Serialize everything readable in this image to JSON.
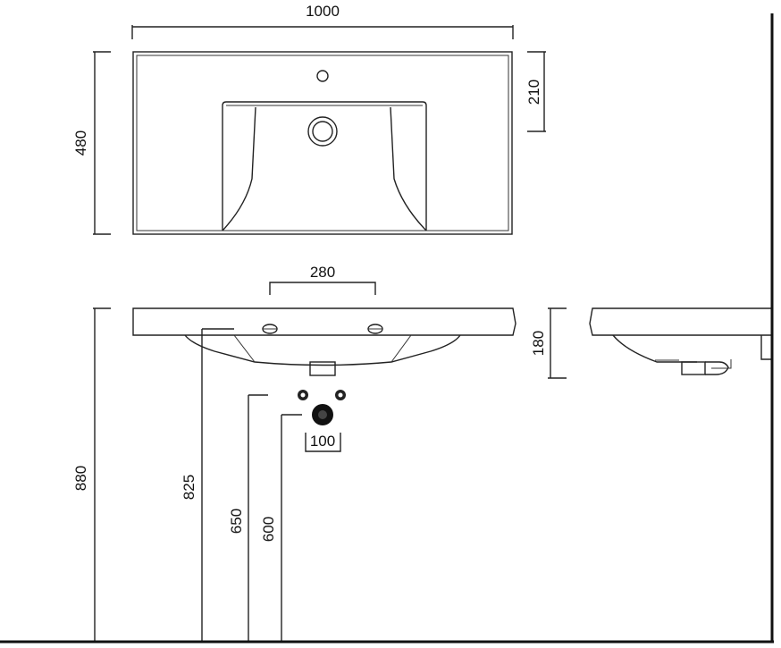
{
  "dimensions": {
    "top_width": "1000",
    "top_depth": "480",
    "tap_offset": "210",
    "tap_spacing": "280",
    "front_height": "180",
    "trap_width": "100",
    "height_880": "880",
    "height_825": "825",
    "height_650": "650",
    "height_600": "600"
  },
  "colors": {
    "line": "#222222",
    "background": "#ffffff"
  }
}
